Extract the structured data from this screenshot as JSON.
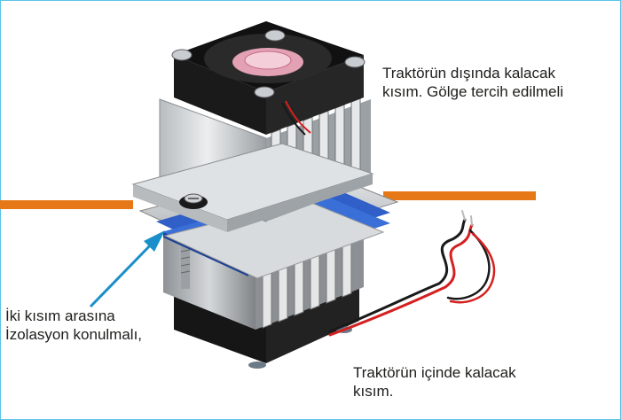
{
  "annotations": {
    "outside": {
      "lines": [
        "Traktörün dışında kalacak",
        "kısım. Gölge tercih edilmeli"
      ]
    },
    "insulation": {
      "lines": [
        "İki kısım arasına",
        "İzolasyon konulmalı,"
      ]
    },
    "inside": {
      "lines": [
        "Traktörün içinde kalacak",
        "kısım."
      ]
    }
  },
  "colors": {
    "frame_border": "#59c3e6",
    "divider_line": "#e67817",
    "pointer_arrow": "#1a8fc9",
    "text": "#1d1d1b"
  },
  "icons": {
    "fan": "cooling-fan",
    "heatsink": "aluminium-heatsink",
    "peltier": "peltier-module",
    "wires": "red-black-wires"
  }
}
